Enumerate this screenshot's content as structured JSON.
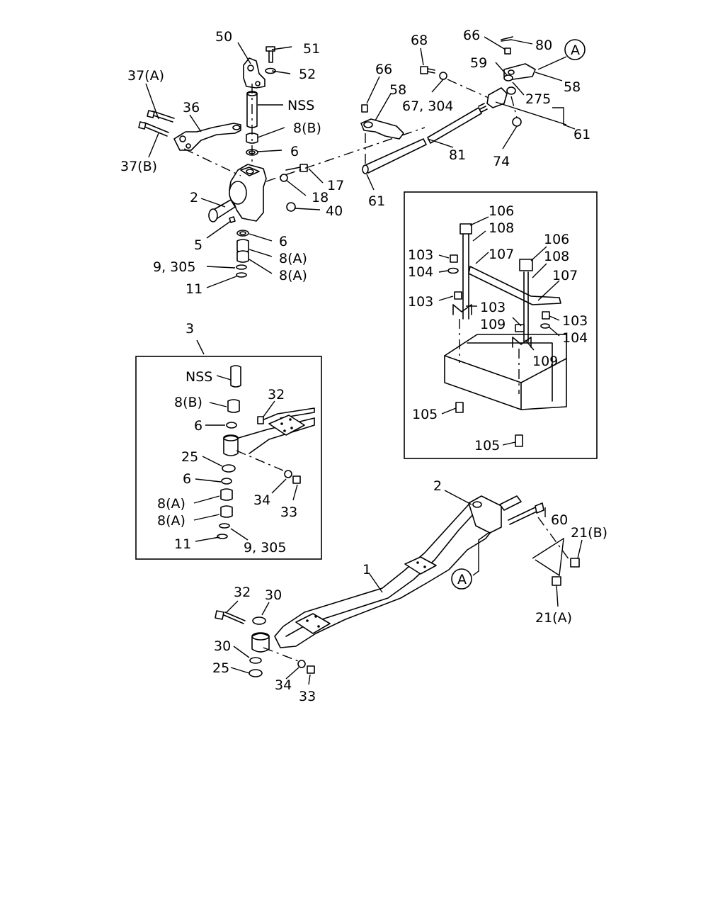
{
  "page": {
    "background": "#ffffff",
    "ink": "#000000"
  },
  "labels": {
    "p50": "50",
    "p51": "51",
    "p52": "52",
    "pNSS_top": "NSS",
    "p37A": "37(A)",
    "p36": "36",
    "p37B": "37(B)",
    "p8B_top": "8(B)",
    "p6_top": "6",
    "p2_top": "2",
    "p17": "17",
    "p18": "18",
    "p40": "40",
    "p5": "5",
    "p6_mid": "6",
    "p8A_1": "8(A)",
    "p9_305": "9, 305",
    "p8A_2": "8(A)",
    "p11": "11",
    "p66_a": "66",
    "p58_a": "58",
    "p68": "68",
    "p67_304": "67, 304",
    "p66_b": "66",
    "p80": "80",
    "calloutA_top": "A",
    "p59": "59",
    "p58_b": "58",
    "p275": "275",
    "p61_right": "61",
    "p81": "81",
    "p74": "74",
    "p61_bottom": "61",
    "p106_a": "106",
    "p108_a": "108",
    "p103_a": "103",
    "p107_a": "107",
    "p104_a": "104",
    "p106_b": "106",
    "p108_b": "108",
    "p107_b": "107",
    "p103_b": "103",
    "p103_c": "103",
    "p109_a": "109",
    "p103_d": "103",
    "p104_b": "104",
    "p109_b": "109",
    "p105_a": "105",
    "p105_b": "105",
    "p3": "3",
    "inset_NSS": "NSS",
    "inset_8B": "8(B)",
    "inset_32": "32",
    "inset_6a": "6",
    "inset_25": "25",
    "inset_6b": "6",
    "inset_34": "34",
    "inset_33": "33",
    "inset_8A_1": "8(A)",
    "inset_8A_2": "8(A)",
    "inset_11": "11",
    "inset_9_305": "9, 305",
    "p2_axle": "2",
    "p60": "60",
    "p21B": "21(B)",
    "p1": "1",
    "calloutA_axle": "A",
    "p21A": "21(A)",
    "p32": "32",
    "p30_a": "30",
    "p30_b": "30",
    "p25": "25",
    "p34": "34",
    "p33": "33"
  }
}
